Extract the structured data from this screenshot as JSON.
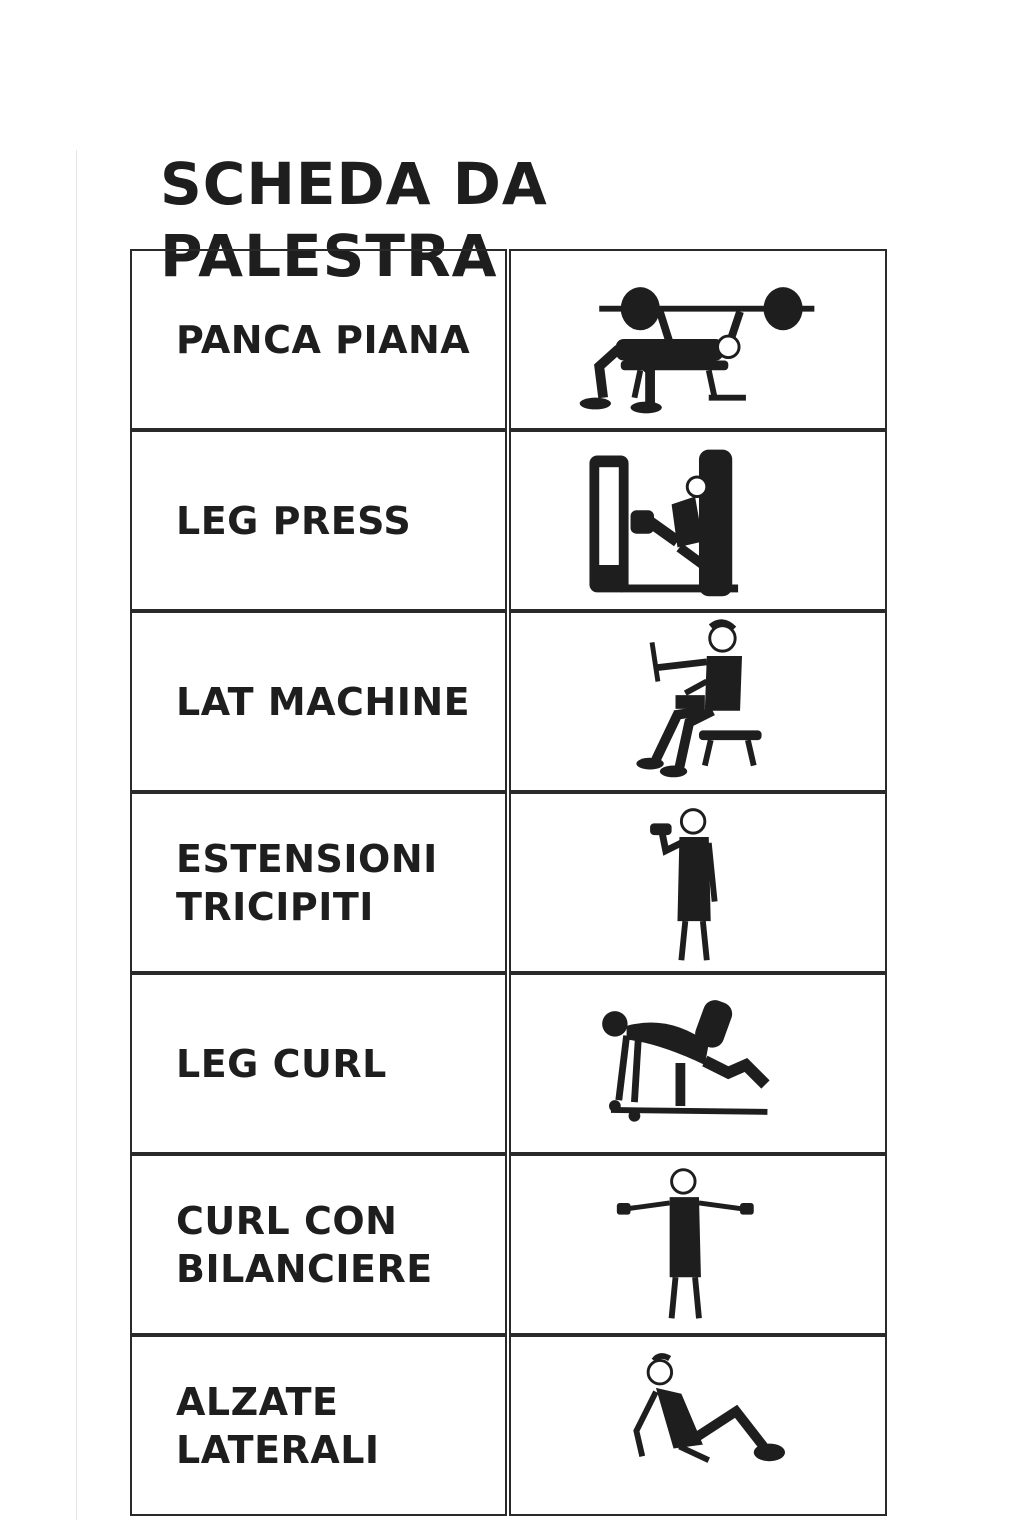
{
  "title": "SCHEDA DA PALESTRA",
  "exercises": [
    {
      "name": "PANCA PIANA",
      "icon": "bench-press-icon"
    },
    {
      "name": "LEG PRESS",
      "icon": "leg-press-icon"
    },
    {
      "name": "LAT MACHINE",
      "icon": "lat-machine-icon"
    },
    {
      "name": "ESTENSIONI TRICIPITI",
      "icon": "triceps-extension-icon"
    },
    {
      "name": "LEG CURL",
      "icon": "leg-curl-icon"
    },
    {
      "name": "CURL CON BILANCIERE",
      "icon": "barbell-curl-icon"
    },
    {
      "name": "ALZATE LATERALI",
      "icon": "lateral-raise-icon"
    }
  ],
  "colors": {
    "ink": "#1e1e1e",
    "border": "#2a2a2a",
    "background": "#ffffff"
  }
}
